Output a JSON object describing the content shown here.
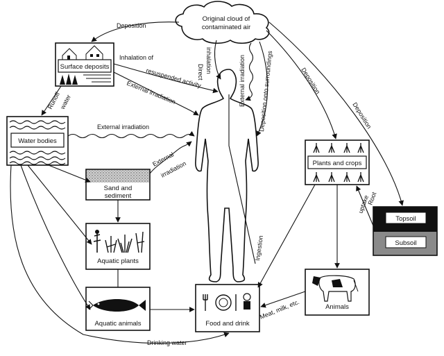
{
  "nodes": {
    "cloud_line1": "Original cloud of",
    "cloud_line2": "contaminated air",
    "surface_deposits": "Surface deposits",
    "water_bodies": "Water bodies",
    "sand_line1": "Sand and",
    "sand_line2": "sediment",
    "aquatic_plants": "Aquatic plants",
    "aquatic_animals": "Aquatic animals",
    "food_and_drink": "Food and drink",
    "plants_and_crops": "Plants and crops",
    "topsoil": "Topsoil",
    "subsoil": "Subsoil",
    "animals": "Animals"
  },
  "pathways": {
    "deposition_top": "Deposition",
    "runoff": "Runoff",
    "water": "water",
    "inhalation_of": "Inhalation of",
    "resuspended_activity": "resuspended activity",
    "external_irradiation_1": "External irradiation",
    "external_irradiation_2": "External irradiation",
    "external_irradiation_3a": "External",
    "external_irradiation_3b": "irradiation",
    "direct": "Direct",
    "inhalation": "inhalation",
    "external_irradiation_cloud": "External irradiation",
    "deposition_onto_surroundings": "Deposition onto surroundings",
    "deposition_right_1": "Deposition",
    "deposition_right_2": "Deposition",
    "root": "Root",
    "uptake": "uptake",
    "ingestion": "Ingestion",
    "meat_milk": "Meat, milk, etc.",
    "drinking_water": "Drinking water"
  }
}
